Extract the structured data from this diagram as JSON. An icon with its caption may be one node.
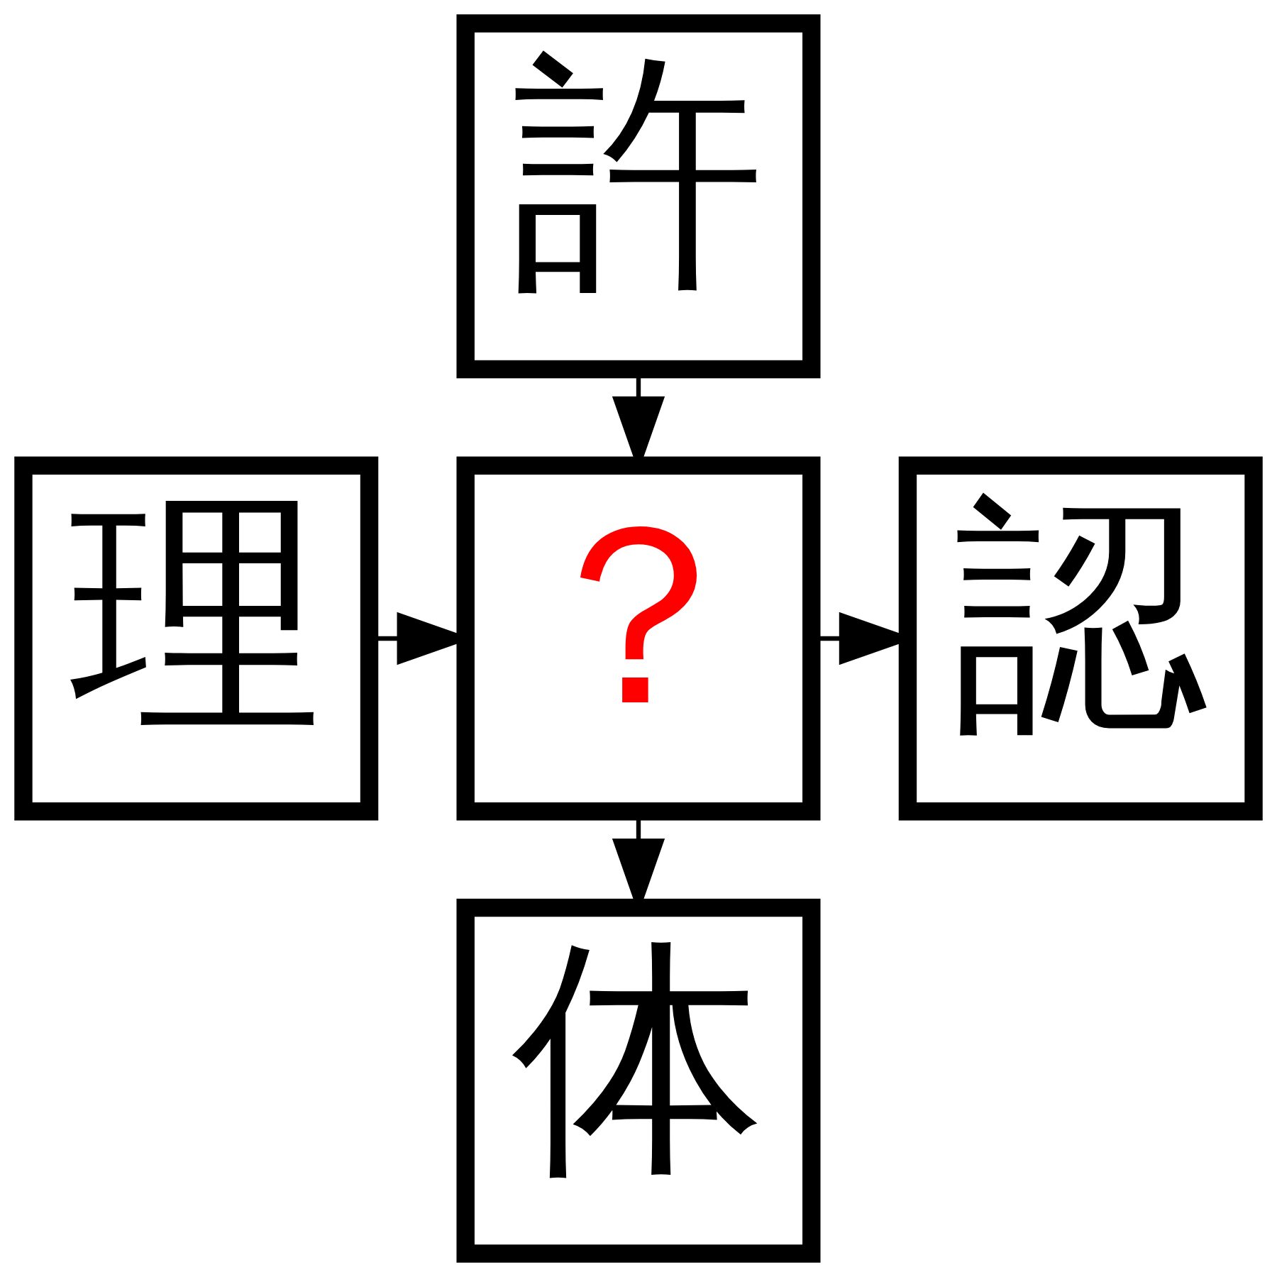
{
  "diagram": {
    "nodes": [
      {
        "text": [
          "許"
        ]
      },
      {
        "text": [
          "理"
        ]
      },
      {
        "text": [
          "？"
        ]
      },
      {
        "text": [
          "認"
        ]
      },
      {
        "text": [
          "体"
        ]
      }
    ],
    "edges": [
      {
        "from": 0,
        "to": 2,
        "arrow": "to"
      },
      {
        "from": 1,
        "to": 2,
        "arrow": "to"
      },
      {
        "from": 2,
        "to": 3,
        "arrow": "to"
      },
      {
        "from": 2,
        "to": 4,
        "arrow": "to"
      }
    ]
  }
}
